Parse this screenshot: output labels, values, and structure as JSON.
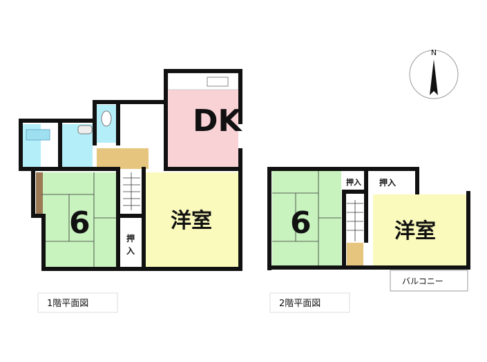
{
  "compass": {
    "north_label": "N"
  },
  "floor1": {
    "caption": "1階平面図",
    "rooms": {
      "dk": "DK",
      "western": "洋室",
      "tatami": "6",
      "closet": [
        "押",
        "入"
      ]
    }
  },
  "floor2": {
    "caption": "2階平面図",
    "rooms": {
      "tatami": "6",
      "western": "洋室",
      "closet_small": "押入",
      "closet_large": "押入",
      "balcony": "バルコニー"
    }
  },
  "colors": {
    "tatami": "#c8f2be",
    "western": "#fafabd",
    "dk": "#f9d2d6",
    "water": "#b4eef8",
    "wood": "#e6c67e",
    "alcove": "#9c7a55"
  }
}
